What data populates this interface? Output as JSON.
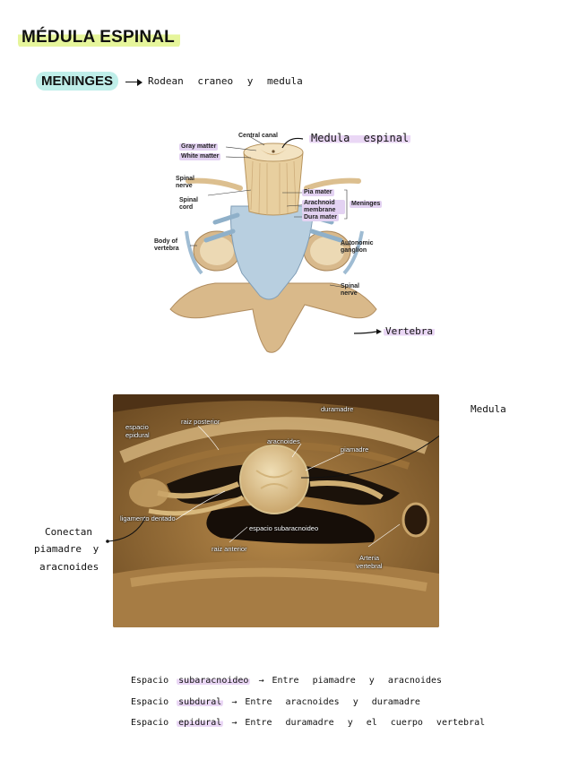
{
  "title": "MÉDULA ESPINAL",
  "meninges": {
    "badge": "MENINGES",
    "description": "Rodean craneo y medula"
  },
  "diagram": {
    "handwritten_top": "Medula espinal",
    "handwritten_bottom": "Vertebra",
    "labels": {
      "central_canal": "Central canal",
      "gray_matter": "Gray matter",
      "white_matter": "White matter",
      "spinal_nerve_left": "Spinal nerve",
      "spinal_cord": "Spinal cord",
      "pia_mater": "Pia mater",
      "arachnoid": "Arachnoid membrane",
      "dura_mater": "Dura mater",
      "meninges": "Meninges",
      "body_of_vertebra": "Body of vertebra",
      "autonomic_ganglion": "Autonomic ganglion",
      "spinal_nerve_right": "Spinal nerve"
    }
  },
  "photo": {
    "handwritten_right": "Medula",
    "handwritten_left": [
      "Conectan",
      "piamadre y",
      "aracnoides"
    ],
    "labels": {
      "duramadre": "duramadre",
      "raiz_posterior": "raiz posterior",
      "espacio_epidural": "espacio epidural",
      "aracnoides": "aracnoides",
      "piamadre": "piamadre",
      "ligamento_dentado": "ligamento dentado",
      "espacio_subaracnoideo": "espacio subaracnoideo",
      "raiz_anterior": "raiz anterior",
      "arteria_vertebral": "Arteria vertebral"
    }
  },
  "spaces": [
    {
      "prefix": "Espacio",
      "name": "subaracnoideo",
      "arrow": "→",
      "relation": "Entre piamadre y aracnoides"
    },
    {
      "prefix": "Espacio",
      "name": "subdural",
      "arrow": "→",
      "relation": "Entre aracnoides y duramadre"
    },
    {
      "prefix": "Espacio",
      "name": "epidural",
      "arrow": "→",
      "relation": "Entre duramadre y el cuerpo vertebral"
    }
  ],
  "colors": {
    "title_highlight": "#e6f59b",
    "meninges_highlight": "#bfeee9",
    "term_highlight": "#ead7f5"
  }
}
